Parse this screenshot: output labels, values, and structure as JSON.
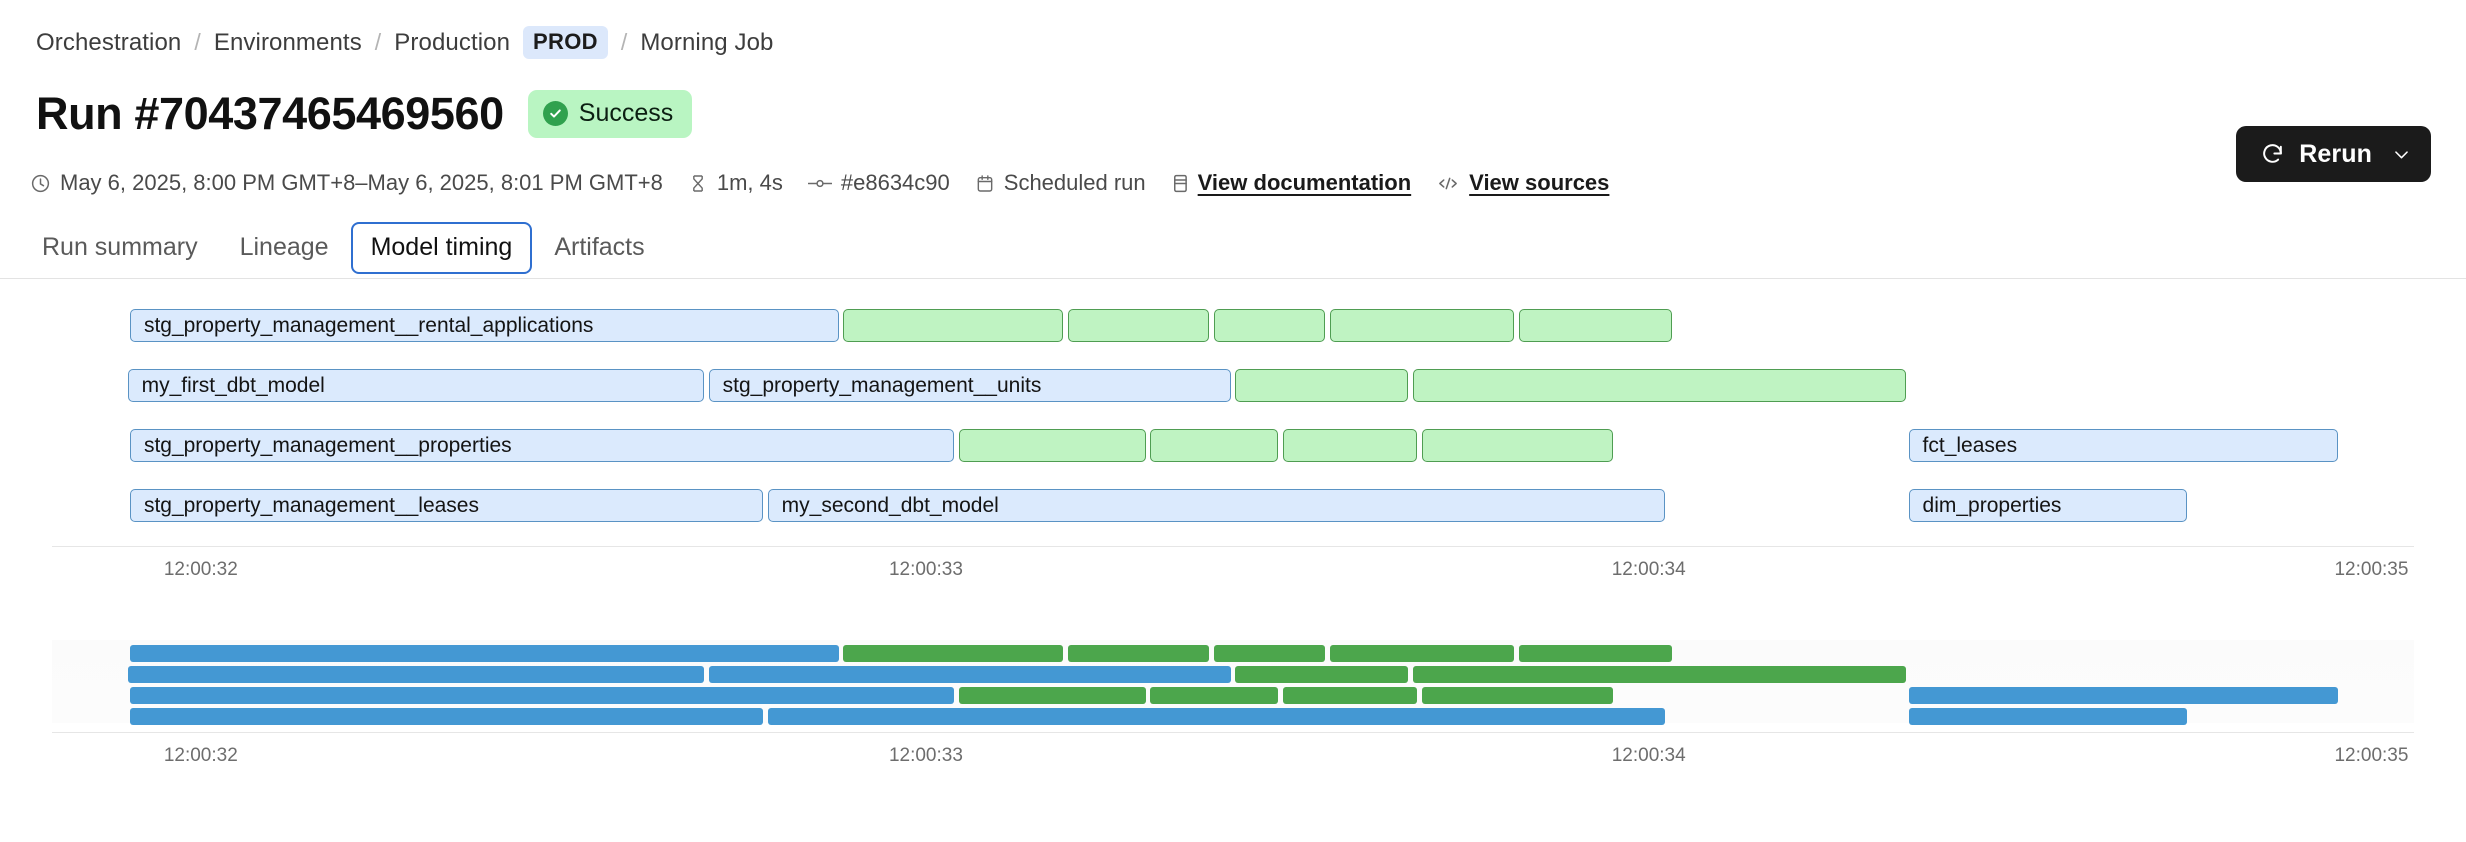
{
  "breadcrumb": {
    "items": [
      {
        "label": "Orchestration",
        "type": "link"
      },
      {
        "label": "Environments",
        "type": "link"
      },
      {
        "label": "Production",
        "type": "link"
      },
      {
        "label": "PROD",
        "type": "badge"
      },
      {
        "label": "Morning Job",
        "type": "link"
      }
    ],
    "separator": "/"
  },
  "header": {
    "title": "Run #70437465469560",
    "status": "Success",
    "status_icon": "check-circle-icon",
    "status_bg": "#b9f5c2",
    "status_fg": "#30a14e"
  },
  "rerun": {
    "label": "Rerun",
    "icon": "refresh-icon",
    "chevron": "chevron-down-icon",
    "bg": "#1b1b1b"
  },
  "meta": [
    {
      "icon": "clock-icon",
      "text": "May 6, 2025, 8:00 PM GMT+8–May 6, 2025, 8:01 PM GMT+8",
      "link": false
    },
    {
      "icon": "hourglass-icon",
      "text": "1m, 4s",
      "link": false
    },
    {
      "icon": "commit-icon",
      "text": "#e8634c90",
      "link": false
    },
    {
      "icon": "calendar-icon",
      "text": "Scheduled run",
      "link": false
    },
    {
      "icon": "book-icon",
      "text": "View documentation",
      "link": true
    },
    {
      "icon": "code-icon",
      "text": "View sources",
      "link": true
    }
  ],
  "tabs": [
    {
      "label": "Run summary",
      "active": false
    },
    {
      "label": "Lineage",
      "active": false
    },
    {
      "label": "Model timing",
      "active": true
    },
    {
      "label": "Artifacts",
      "active": false
    }
  ],
  "chart_data": {
    "type": "bar",
    "title": "Model timing",
    "xlabel": "",
    "ylabel": "",
    "grid": false,
    "legend": null,
    "accent_blue": "#4498d3",
    "accent_green": "#4ca64c",
    "bar_blue_fill": "#dbeafd",
    "bar_blue_border": "#5a93c4",
    "bar_green_fill": "#bff3c2",
    "bar_green_border": "#4f9d52",
    "x_axis": {
      "tick_labels": [
        "12:00:32",
        "12:00:33",
        "12:00:34",
        "12:00:35"
      ],
      "tick_pct": [
        6.3,
        37.0,
        67.6,
        98.2
      ],
      "range_start": "12:00:31.80",
      "range_end": "12:00:35.10"
    },
    "rows": [
      {
        "index": 0,
        "segments": [
          {
            "label": "stg_property_management__rental_applications",
            "color": "blue",
            "start_pct": 3.3,
            "end_pct": 33.3
          },
          {
            "label": "",
            "color": "green",
            "start_pct": 33.5,
            "end_pct": 42.8
          },
          {
            "label": "",
            "color": "green",
            "start_pct": 43.0,
            "end_pct": 49.0
          },
          {
            "label": "",
            "color": "green",
            "start_pct": 49.2,
            "end_pct": 53.9
          },
          {
            "label": "",
            "color": "green",
            "start_pct": 54.1,
            "end_pct": 61.9
          },
          {
            "label": "",
            "color": "green",
            "start_pct": 62.1,
            "end_pct": 68.6
          }
        ]
      },
      {
        "index": 1,
        "segments": [
          {
            "label": "my_first_dbt_model",
            "color": "blue",
            "start_pct": 3.2,
            "end_pct": 27.6
          },
          {
            "label": "stg_property_management__units",
            "color": "blue",
            "start_pct": 27.8,
            "end_pct": 49.9
          },
          {
            "label": "",
            "color": "green",
            "start_pct": 50.1,
            "end_pct": 57.4
          },
          {
            "label": "",
            "color": "green",
            "start_pct": 57.6,
            "end_pct": 78.5
          }
        ]
      },
      {
        "index": 2,
        "segments": [
          {
            "label": "stg_property_management__properties",
            "color": "blue",
            "start_pct": 3.3,
            "end_pct": 38.2
          },
          {
            "label": "",
            "color": "green",
            "start_pct": 38.4,
            "end_pct": 46.3
          },
          {
            "label": "",
            "color": "green",
            "start_pct": 46.5,
            "end_pct": 51.9
          },
          {
            "label": "",
            "color": "green",
            "start_pct": 52.1,
            "end_pct": 57.8
          },
          {
            "label": "",
            "color": "green",
            "start_pct": 58.0,
            "end_pct": 66.1
          },
          {
            "label": "fct_leases",
            "color": "blue",
            "start_pct": 78.6,
            "end_pct": 96.8
          }
        ]
      },
      {
        "index": 3,
        "segments": [
          {
            "label": "stg_property_management__leases",
            "color": "blue",
            "start_pct": 3.3,
            "end_pct": 30.1
          },
          {
            "label": "my_second_dbt_model",
            "color": "blue",
            "start_pct": 30.3,
            "end_pct": 68.3
          },
          {
            "label": "dim_properties",
            "color": "blue",
            "start_pct": 78.6,
            "end_pct": 90.4
          }
        ]
      }
    ],
    "overview_rows": [
      {
        "index": 0,
        "segments": [
          {
            "color": "blue",
            "start_pct": 3.3,
            "end_pct": 33.3
          },
          {
            "color": "green",
            "start_pct": 33.5,
            "end_pct": 42.8
          },
          {
            "color": "green",
            "start_pct": 43.0,
            "end_pct": 49.0
          },
          {
            "color": "green",
            "start_pct": 49.2,
            "end_pct": 53.9
          },
          {
            "color": "green",
            "start_pct": 54.1,
            "end_pct": 61.9
          },
          {
            "color": "green",
            "start_pct": 62.1,
            "end_pct": 68.6
          }
        ]
      },
      {
        "index": 1,
        "segments": [
          {
            "color": "blue",
            "start_pct": 3.2,
            "end_pct": 27.6
          },
          {
            "color": "blue",
            "start_pct": 27.8,
            "end_pct": 49.9
          },
          {
            "color": "green",
            "start_pct": 50.1,
            "end_pct": 57.4
          },
          {
            "color": "green",
            "start_pct": 57.6,
            "end_pct": 78.5
          }
        ]
      },
      {
        "index": 2,
        "segments": [
          {
            "color": "blue",
            "start_pct": 3.3,
            "end_pct": 38.2
          },
          {
            "color": "green",
            "start_pct": 38.4,
            "end_pct": 46.3
          },
          {
            "color": "green",
            "start_pct": 46.5,
            "end_pct": 51.9
          },
          {
            "color": "green",
            "start_pct": 52.1,
            "end_pct": 57.8
          },
          {
            "color": "green",
            "start_pct": 58.0,
            "end_pct": 66.1
          },
          {
            "color": "blue",
            "start_pct": 78.6,
            "end_pct": 96.8
          }
        ]
      },
      {
        "index": 3,
        "segments": [
          {
            "color": "blue",
            "start_pct": 3.3,
            "end_pct": 30.1
          },
          {
            "color": "blue",
            "start_pct": 30.3,
            "end_pct": 68.3
          },
          {
            "color": "blue",
            "start_pct": 78.6,
            "end_pct": 90.4
          }
        ]
      }
    ],
    "overview_axis": {
      "tick_labels": [
        "12:00:32",
        "12:00:33",
        "12:00:34",
        "12:00:35"
      ],
      "tick_pct": [
        6.3,
        37.0,
        67.6,
        98.2
      ]
    }
  }
}
